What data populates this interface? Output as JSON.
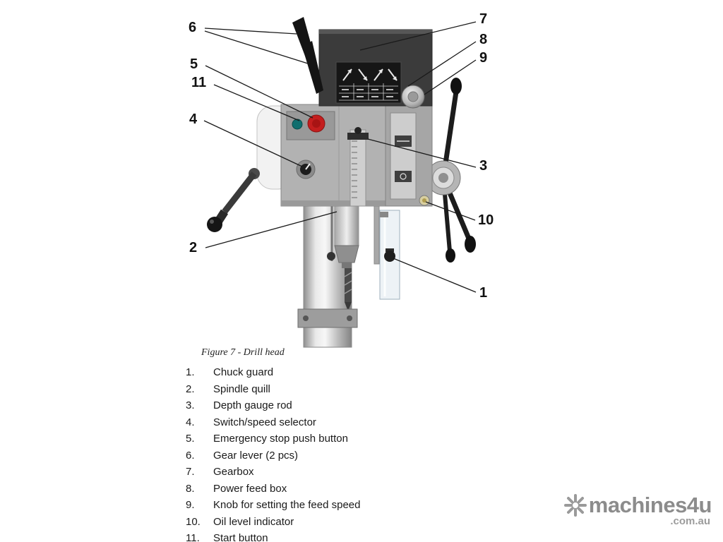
{
  "figure": {
    "caption": "Figure 7 - Drill head",
    "callouts": [
      {
        "n": "1"
      },
      {
        "n": "2"
      },
      {
        "n": "3"
      },
      {
        "n": "4"
      },
      {
        "n": "5"
      },
      {
        "n": "6"
      },
      {
        "n": "7"
      },
      {
        "n": "8"
      },
      {
        "n": "9"
      },
      {
        "n": "10"
      },
      {
        "n": "11"
      }
    ]
  },
  "parts": [
    {
      "num": "1.",
      "label": "Chuck guard"
    },
    {
      "num": "2.",
      "label": "Spindle quill"
    },
    {
      "num": "3.",
      "label": "Depth gauge rod"
    },
    {
      "num": "4.",
      "label": "Switch/speed selector"
    },
    {
      "num": "5.",
      "label": "Emergency stop push button"
    },
    {
      "num": "6.",
      "label": "Gear lever (2 pcs)"
    },
    {
      "num": "7.",
      "label": "Gearbox"
    },
    {
      "num": "8.",
      "label": "Power feed box"
    },
    {
      "num": "9.",
      "label": "Knob for setting the feed speed"
    },
    {
      "num": "10.",
      "label": "Oil level indicator"
    },
    {
      "num": "11.",
      "label": "Start button"
    }
  ],
  "watermark": {
    "brand": "machines4u",
    "domain": ".com.au"
  },
  "colors": {
    "estop_red": "#c41e1e",
    "start_button_teal": "#0f6e6e",
    "watermark_gray": "#8c8c8c",
    "machine_gray": "#b2b2b2",
    "gearbox_dark": "#3b3b3b"
  }
}
